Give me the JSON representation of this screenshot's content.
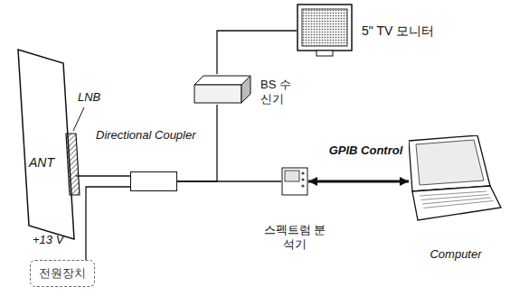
{
  "diagram": {
    "nodes": [
      {
        "text": [
          "5\" TV 모니터"
        ]
      },
      {
        "text": [
          "ANT"
        ]
      },
      {
        "text": [
          "BS 수신기"
        ]
      },
      {
        "text": [
          "Directional Coupler"
        ]
      },
      {
        "text": [
          "스펙트럼 분석기"
        ]
      },
      {
        "text": [
          "Computer"
        ]
      },
      {
        "text": [
          "전원장치"
        ]
      }
    ],
    "edges": [
      {
        "from": 1,
        "to": 3,
        "arrow": "none"
      },
      {
        "from": 6,
        "to": 3,
        "arrow": "none"
      },
      {
        "from": 3,
        "to": 2,
        "arrow": "none"
      },
      {
        "from": 3,
        "to": 4,
        "arrow": "none"
      },
      {
        "from": 2,
        "to": 0,
        "arrow": "none"
      },
      {
        "from": 4,
        "to": 5,
        "label": "GPIB Control",
        "arrow": "both"
      }
    ],
    "labels": [
      "LNB",
      "+13 V"
    ]
  }
}
